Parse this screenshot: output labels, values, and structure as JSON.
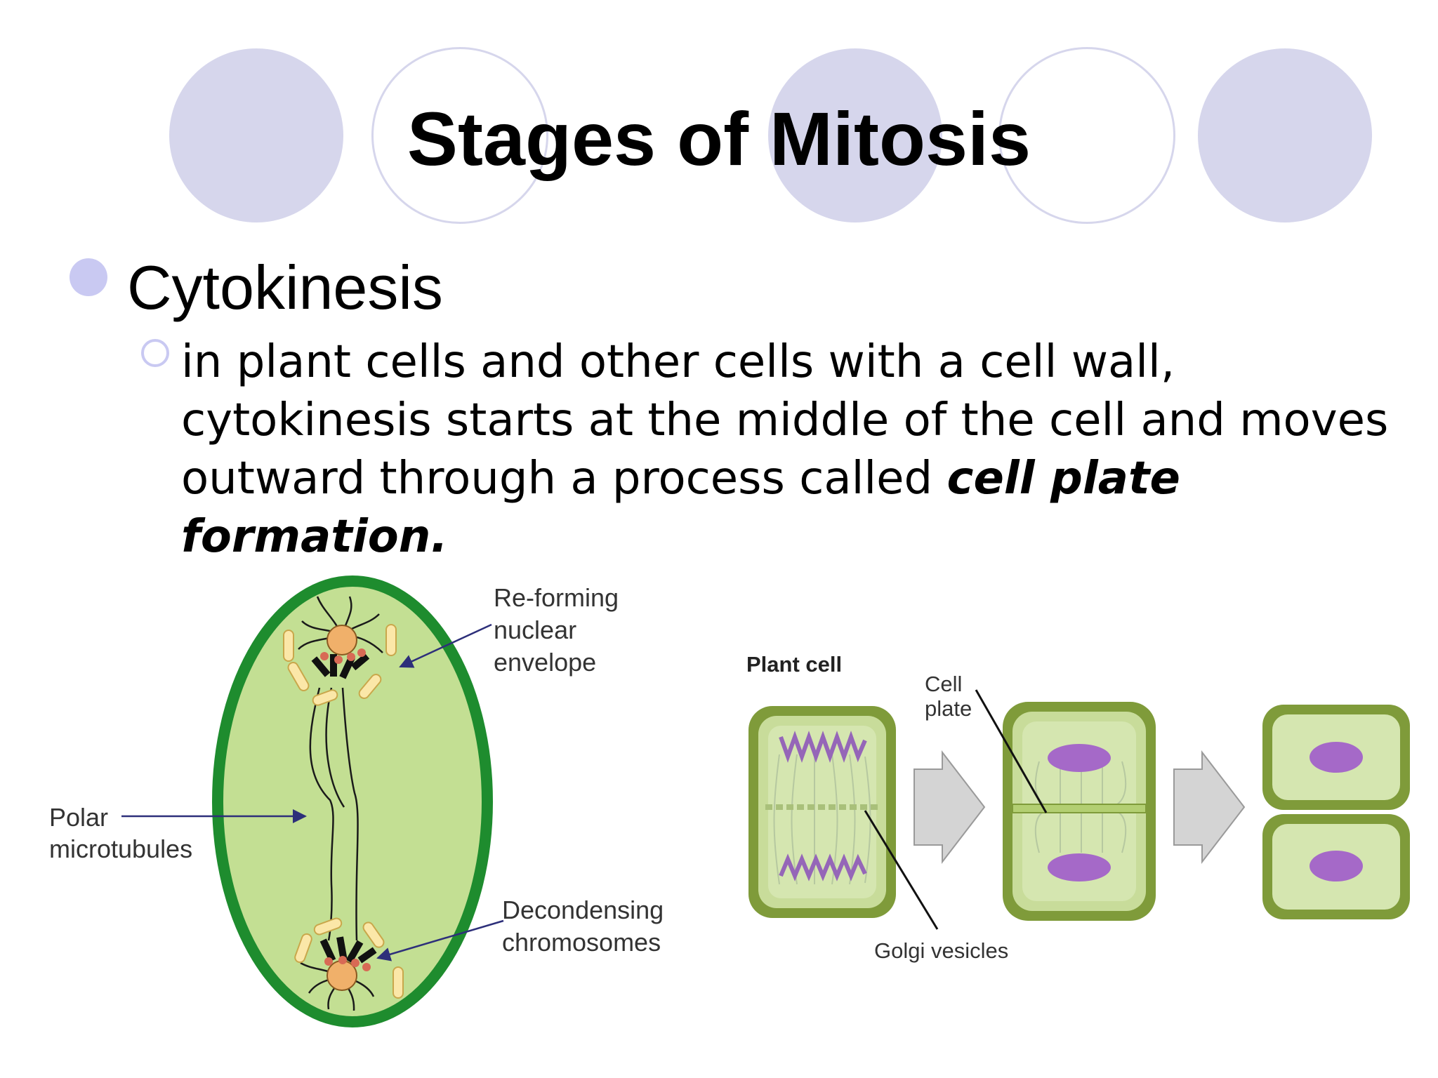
{
  "slide": {
    "title": "Stages of Mitosis",
    "heading": "Cytokinesis",
    "body_plain": "in plant cells and other cells with a cell wall, cytokinesis starts at the middle of the cell and moves outward through a process called ",
    "body_emphasis": "cell plate formation."
  },
  "figure_left": {
    "label_envelope_1": "Re-forming",
    "label_envelope_2": "nuclear",
    "label_envelope_3": "envelope",
    "label_polar_1": "Polar",
    "label_polar_2": "microtubules",
    "label_decond_1": "Decondensing",
    "label_decond_2": "chromosomes"
  },
  "figure_right": {
    "title": "Plant cell",
    "label_cell_plate_1": "Cell",
    "label_cell_plate_2": "plate",
    "label_golgi": "Golgi vesicles"
  },
  "colors": {
    "accent_circle": "#d6d6ec",
    "bullet": "#c9c9f2",
    "cell_wall_green": "#1e8c2e",
    "cytoplasm_green": "#c3df93",
    "nucleus_purple": "#a569c8"
  }
}
